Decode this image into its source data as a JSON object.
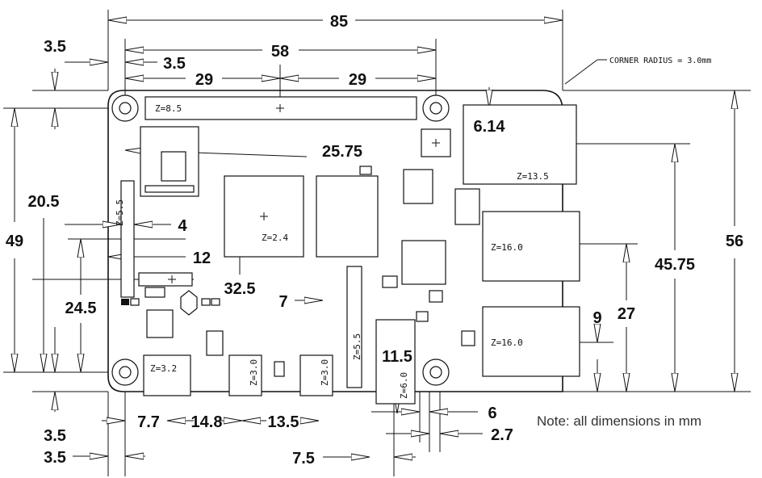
{
  "dimensions": {
    "overall_width": "85",
    "overall_height": "56",
    "hole_spacing": "58",
    "half_spacing_left": "29",
    "half_spacing_right": "29",
    "left_offset_top": "3.5",
    "left_offset_top2": "3.5",
    "hole_span_v": "49",
    "gpio_offset": "20.5",
    "dsi_depth": "4",
    "dsi_pos": "12",
    "led_height": "24.5",
    "soc_y": "32.5",
    "cam_left": "7",
    "soc_x": "25.75",
    "eth_gap": "6.14",
    "usb_top": "45.75",
    "usb_bottom": "27",
    "usb_spacing": "9",
    "power_x": "7.7",
    "hdmi_x": "14.8",
    "hdmi2_x": "13.5",
    "cam_x": "11.5",
    "bottom_left1": "3.5",
    "bottom_left2": "3.5",
    "bottom_mid": "7.5",
    "right_a": "6",
    "right_b": "2.7"
  },
  "z_labels": {
    "gpio": "Z=8.5",
    "dsi": "Z=5.5",
    "soc": "Z=2.4",
    "eth": "Z=13.5",
    "usb1": "Z=16.0",
    "usb2": "Z=16.0",
    "power": "Z=3.2",
    "hdmi0": "Z=3.0",
    "hdmi1": "Z=3.0",
    "csi": "Z=5.5",
    "audio": "Z=6.0"
  },
  "annotations": {
    "corner_radius": "CORNER RADIUS = 3.0mm",
    "note": "Note: all dimensions in mm"
  }
}
